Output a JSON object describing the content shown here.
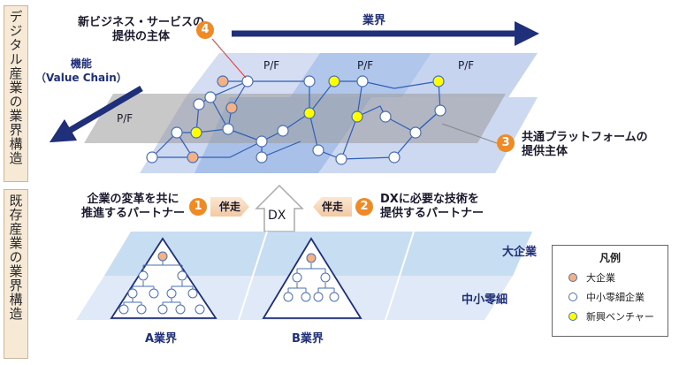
{
  "side_labels": {
    "digital": "デジタル産業の業界構造",
    "existing": "既存産業の業界構造"
  },
  "top": {
    "new_business_line1": "新ビジネス・サービスの",
    "new_business_line2": "提供の主体",
    "industry_axis": "業界",
    "function_axis_line1": "機能",
    "function_axis_line2": "（Value Chain）",
    "pf_label": "P/F"
  },
  "badges": [
    "1",
    "2",
    "3",
    "4"
  ],
  "common_platform_line1": "共通プラットフォームの",
  "common_platform_line2": "提供主体",
  "partner1_line1": "企業の変革を共に",
  "partner1_line2": "推進するパートナー",
  "partner2_line1": "DXに必要な技術を",
  "partner2_line2": "提供するパートナー",
  "accompany": "伴走",
  "dx": "DX",
  "large_enterprise": "大企業",
  "sme": "中小零細",
  "industry_a": "A業界",
  "industry_b": "B業界",
  "legend": {
    "title": "凡例",
    "items": [
      {
        "label": "大企業",
        "color": "#f4b183"
      },
      {
        "label": "中小零細企業",
        "color": "#ffffff"
      },
      {
        "label": "新興ベンチャー",
        "color": "#ffff00"
      }
    ]
  },
  "colors": {
    "navy": "#1f2f7a",
    "orange_badge": "#f08a24",
    "line_blue": "#2e5fb8"
  }
}
